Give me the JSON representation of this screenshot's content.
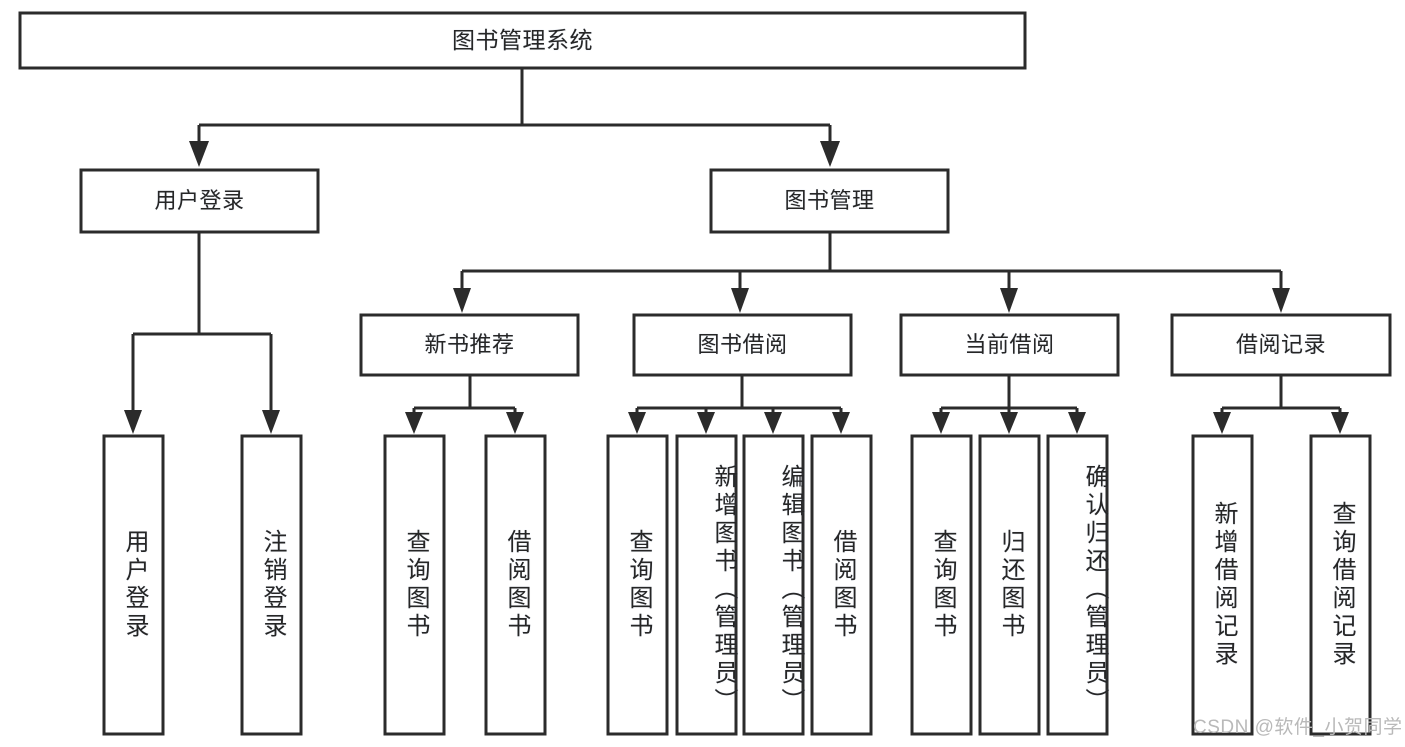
{
  "diagram": {
    "type": "tree-hierarchy",
    "title": "图书管理系统",
    "watermark": "CSDN @软件_小贺同学",
    "colors": {
      "box_stroke": "#2b2b2b",
      "box_fill": "#ffffff",
      "text": "#262626",
      "connector": "#2b2b2b",
      "watermark": "#b9b9b9",
      "background": "#ffffff"
    },
    "nodes": {
      "root": {
        "label": "图书管理系统",
        "level": 1,
        "orientation": "horizontal"
      },
      "l2": [
        {
          "id": "user-login",
          "label": "用户登录",
          "orientation": "horizontal"
        },
        {
          "id": "book-management",
          "label": "图书管理",
          "orientation": "horizontal"
        }
      ],
      "l3": [
        {
          "id": "new-book-recommend",
          "label": "新书推荐",
          "parent": "book-management",
          "orientation": "horizontal"
        },
        {
          "id": "book-borrow",
          "label": "图书借阅",
          "parent": "book-management",
          "orientation": "horizontal"
        },
        {
          "id": "current-borrow",
          "label": "当前借阅",
          "parent": "book-management",
          "orientation": "horizontal"
        },
        {
          "id": "borrow-record",
          "label": "借阅记录",
          "parent": "book-management",
          "orientation": "horizontal"
        }
      ],
      "leaves": [
        {
          "id": "leaf-user-login",
          "label": "用户登录",
          "parent": "user-login",
          "orientation": "vertical"
        },
        {
          "id": "leaf-logout-login",
          "label": "注销登录",
          "parent": "user-login",
          "orientation": "vertical"
        },
        {
          "id": "leaf-query-book-1",
          "label": "查询图书",
          "parent": "new-book-recommend",
          "orientation": "vertical"
        },
        {
          "id": "leaf-borrow-book-1",
          "label": "借阅图书",
          "parent": "new-book-recommend",
          "orientation": "vertical"
        },
        {
          "id": "leaf-query-book-2",
          "label": "查询图书",
          "parent": "book-borrow",
          "orientation": "vertical"
        },
        {
          "id": "leaf-add-book",
          "label": "新增图书（管理员）",
          "parent": "book-borrow",
          "orientation": "vertical"
        },
        {
          "id": "leaf-edit-book",
          "label": "编辑图书（管理员）",
          "parent": "book-borrow",
          "orientation": "vertical"
        },
        {
          "id": "leaf-borrow-book-2",
          "label": "借阅图书",
          "parent": "book-borrow",
          "orientation": "vertical"
        },
        {
          "id": "leaf-query-book-3",
          "label": "查询图书",
          "parent": "current-borrow",
          "orientation": "vertical"
        },
        {
          "id": "leaf-return-book",
          "label": "归还图书",
          "parent": "current-borrow",
          "orientation": "vertical"
        },
        {
          "id": "leaf-confirm-return",
          "label": "确认归还（管理员）",
          "parent": "current-borrow",
          "orientation": "vertical"
        },
        {
          "id": "leaf-add-record",
          "label": "新增借阅记录",
          "parent": "borrow-record",
          "orientation": "vertical"
        },
        {
          "id": "leaf-query-record",
          "label": "查询借阅记录",
          "parent": "borrow-record",
          "orientation": "vertical"
        }
      ]
    }
  }
}
